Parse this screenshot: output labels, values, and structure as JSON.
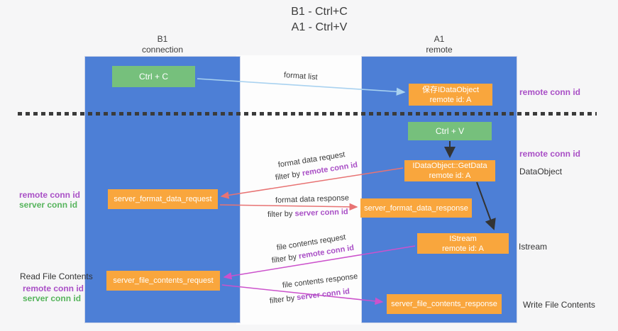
{
  "title": {
    "line1": "B1 - Ctrl+C",
    "line2": "A1 - Ctrl+V"
  },
  "headers": {
    "left": {
      "name": "B1",
      "sub": "connection"
    },
    "right": {
      "name": "A1",
      "sub": "remote"
    }
  },
  "nodes": {
    "ctrl_c": {
      "label": "Ctrl + C"
    },
    "ctrl_v": {
      "label": "Ctrl + V"
    },
    "save_dataobject": {
      "line1": "保存IDataObject",
      "line2": "remote id: A"
    },
    "getdata": {
      "line1": "IDataObject::GetData",
      "line2": "remote id: A"
    },
    "istream": {
      "line1": "IStream",
      "line2": "remote id: A"
    },
    "server_format_data_request": {
      "label": "server_format_data_request"
    },
    "server_format_data_response": {
      "label": "server_format_data_response"
    },
    "server_file_contents_request": {
      "label": "server_file_contents_request"
    },
    "server_file_contents_response": {
      "label": "server_file_contents_response"
    }
  },
  "arrow_labels": {
    "format_list": "format list",
    "format_data_request": "format data request",
    "format_data_response": "format data response",
    "file_contents_request": "file contents request",
    "file_contents_response": "file contents response",
    "filter_by": "filter by ",
    "remote_conn_id": "remote conn id",
    "server_conn_id": "server conn id"
  },
  "side_labels": {
    "remote_conn_id": "remote conn id",
    "server_conn_id": "server conn id",
    "dataobject": "DataObject",
    "istream": "Istream",
    "read_file_contents": "Read File Contents",
    "write_file_contents": "Write File Contents"
  },
  "colors": {
    "column_blue": "#4d7fd6",
    "node_green": "#76c07c",
    "node_orange": "#f9a63d",
    "arrow_light_blue": "#a9d2f0",
    "arrow_red": "#e87373",
    "arrow_magenta": "#cc52cc",
    "arrow_black": "#333333",
    "remote_conn_id_text": "#a94fc6",
    "server_conn_id_text": "#56b45c"
  }
}
